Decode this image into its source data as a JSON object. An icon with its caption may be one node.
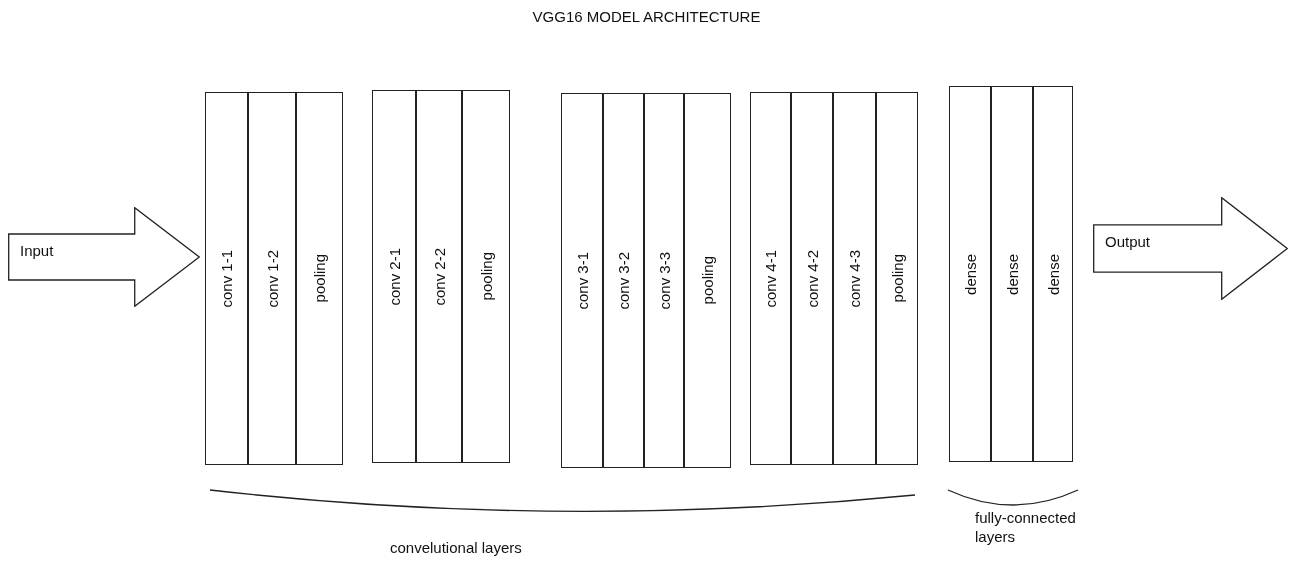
{
  "diagram": {
    "title": "VGG16 MODEL ARCHITECTURE",
    "nodes": [
      {
        "text": [
          "Input"
        ]
      },
      {
        "text": [
          "conv 1-1"
        ]
      },
      {
        "text": [
          "conv 1-2"
        ]
      },
      {
        "text": [
          "pooling"
        ]
      },
      {
        "text": [
          "conv 2-1"
        ]
      },
      {
        "text": [
          "conv 2-2"
        ]
      },
      {
        "text": [
          "pooling"
        ]
      },
      {
        "text": [
          "conv 3-1"
        ]
      },
      {
        "text": [
          "conv 3-2"
        ]
      },
      {
        "text": [
          "conv 3-3"
        ]
      },
      {
        "text": [
          "pooling"
        ]
      },
      {
        "text": [
          "conv 4-1"
        ]
      },
      {
        "text": [
          "conv 4-2"
        ]
      },
      {
        "text": [
          "conv 4-3"
        ]
      },
      {
        "text": [
          "pooling"
        ]
      },
      {
        "text": [
          "dense"
        ]
      },
      {
        "text": [
          "dense"
        ]
      },
      {
        "text": [
          "dense"
        ]
      },
      {
        "text": [
          "Output"
        ]
      }
    ],
    "labels": [
      "convelutional layers",
      "fully-connected layers"
    ]
  }
}
